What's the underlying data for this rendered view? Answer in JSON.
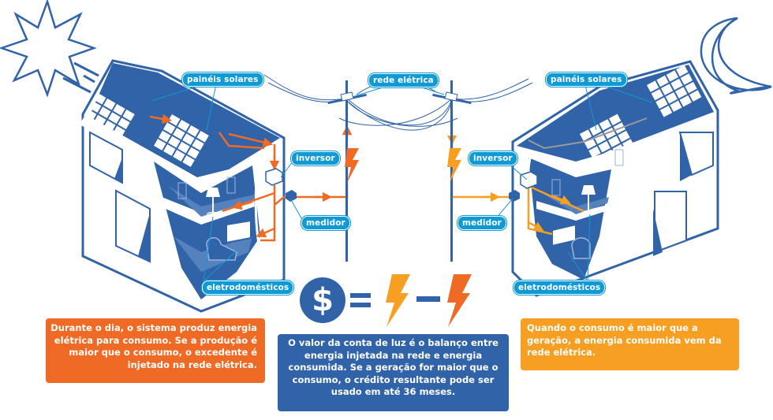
{
  "labels": {
    "solar_left": "painéis solares",
    "solar_right": "painéis solares",
    "grid": "rede elétrica",
    "inverter_left": "inversor",
    "inverter_right": "inversor",
    "meter_left": "medidor",
    "meter_right": "medidor",
    "appliances_left": "eletrodomésticos",
    "appliances_right": "eletrodomésticos"
  },
  "equation": {
    "currency_symbol": "$",
    "equals": "=",
    "minus": "−"
  },
  "captions": {
    "day": "Durante o dia, o sistema produz energia elétrica para consumo. Se a produção é maior que o consumo, o excedente é injetado na rede elétrica.",
    "balance": "O valor da conta de luz é o balanço entre energia injetada na rede e energia consumida. Se a geração for maior que o consumo, o crédito resultante pode ser usado em até 36 meses.",
    "night": "Quando o consumo é maior que a geração, a energia consumida vem da rede elétrica."
  },
  "icons": {
    "sun": "sun-icon",
    "moon": "moon-icon",
    "lightning": "lightning-icon",
    "dollar": "dollar-coin-icon"
  },
  "colors": {
    "house_blue": "#3163a8",
    "label_blue": "#0f9ad6",
    "export_orange": "#ef6a24",
    "import_yellow": "#f69f22",
    "gray_wire": "#9a9a9a"
  }
}
